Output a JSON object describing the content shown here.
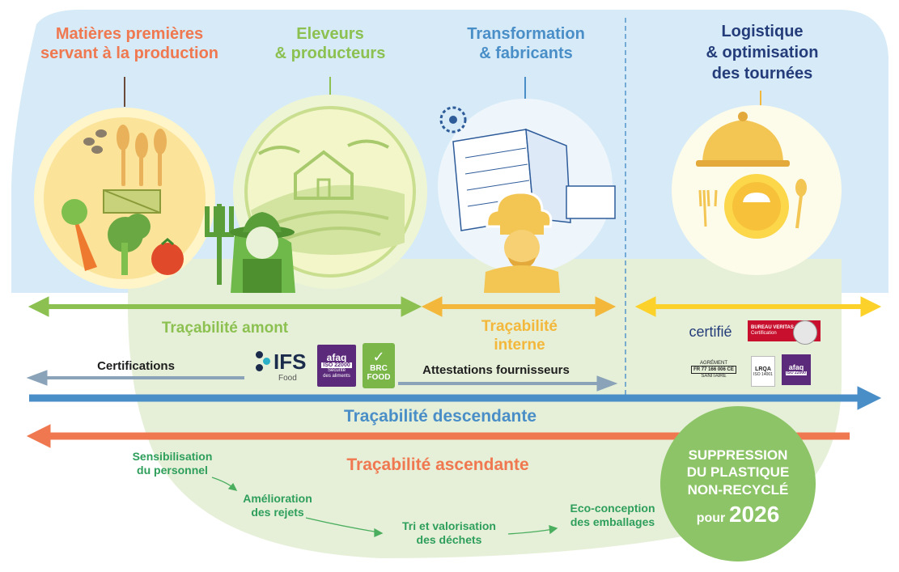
{
  "stages": {
    "raw": {
      "line1": "Matières premières",
      "line2": "servant à la production"
    },
    "breeders": {
      "line1": "Eleveurs",
      "line2": "& producteurs"
    },
    "transform": {
      "line1": "Transformation",
      "line2": "& fabricants"
    },
    "logistics": {
      "line1": "Logistique",
      "line2": "& optimisation",
      "line3": "des tournées"
    }
  },
  "traceability": {
    "upstream": "Traçabilité amont",
    "internal_line1": "Traçabilité",
    "internal_line2": "interne",
    "downstream": "Traçabilité descendante",
    "ascending": "Traçabilité ascendante"
  },
  "labels": {
    "certifications": "Certifications",
    "supplier_attestations": "Attestations fournisseurs",
    "certified": "certifié"
  },
  "logos": {
    "ifs_main": "IFS",
    "ifs_sub": "Food",
    "afaq_title": "afaq",
    "afaq_iso": "ISO 22000",
    "afaq_desc1": "Sécurité",
    "afaq_desc2": "des aliments",
    "brc_line1": "BRC",
    "brc_line2": "FOOD",
    "bureau_veritas": "BUREAU VERITAS",
    "bureau_veritas_sub": "Certification",
    "agrement_top": "AGRÉMENT",
    "agrement_num": "FR 77 166 006 CE",
    "agrement_bottom": "SANITAIRE",
    "lrqa": "LRQA",
    "lrqa_sub": "ISO 14001"
  },
  "steps": [
    {
      "line1": "Sensibilisation",
      "line2": "du personnel"
    },
    {
      "line1": "Amélioration",
      "line2": "des rejets"
    },
    {
      "line1": "Tri et valorisation",
      "line2": "des déchets"
    },
    {
      "line1": "Eco-conception",
      "line2": "des emballages"
    }
  ],
  "badge": {
    "line1": "SUPPRESSION",
    "line2": "DU PLASTIQUE",
    "line3": "NON-RECYCLÉ",
    "prefix": "pour",
    "year": "2026"
  },
  "colors": {
    "sky": "#d6ebf7",
    "green_bg": "#e6f0d8",
    "raw_orange": "#f07850",
    "breeder_green": "#8cc152",
    "transform_blue": "#4a8ec8",
    "logistics_navy": "#243c7a",
    "gold": "#f3b83b",
    "badge_green": "#8dc467"
  }
}
